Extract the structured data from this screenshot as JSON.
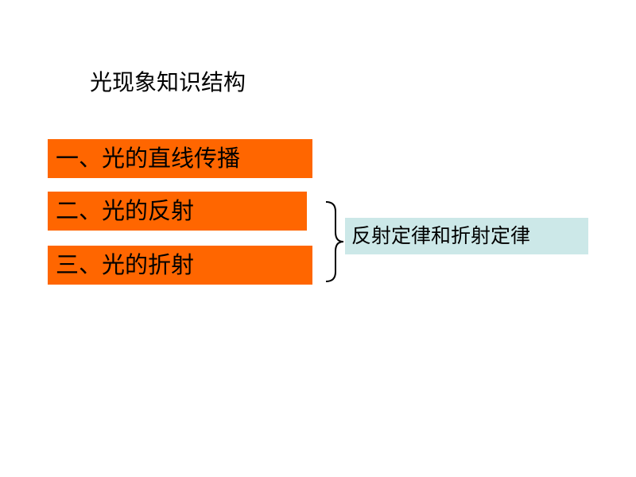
{
  "slide": {
    "title": "光现象知识结构",
    "topics": [
      {
        "label": "一、光的直线传播"
      },
      {
        "label": "二、光的反射"
      },
      {
        "label": "三、光的折射"
      }
    ],
    "laws_label": "反射定律和折射定律"
  },
  "colors": {
    "topic_box": "#ff6600",
    "laws_box": "#cce8e8",
    "text": "#000000",
    "background": "#ffffff"
  }
}
